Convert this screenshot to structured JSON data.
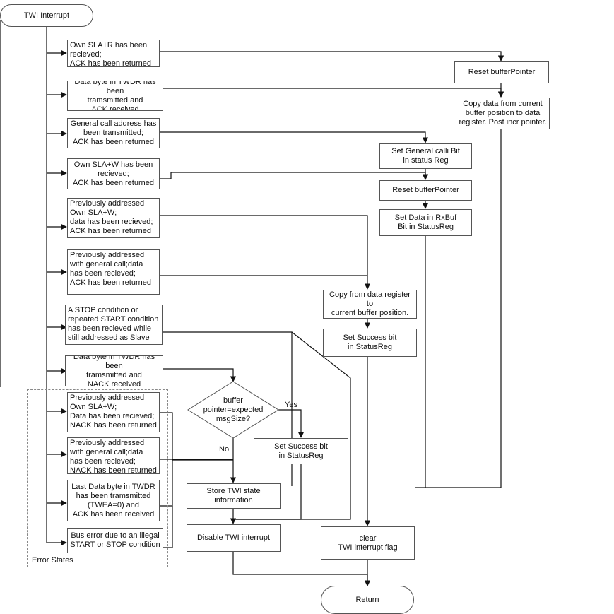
{
  "start": "TWI Interrupt",
  "end": "Return",
  "cases": [
    "Own SLA+R has been\nrecieved;\nACK has been returned",
    "Data byte in TWDR has been\ntramsmitted and\nACK received",
    "General call address has\nbeen transmitted;\nACK has been returned",
    "Own SLA+W has been\nrecieved;\nACK has been returned",
    "Previously addressed\nOwn SLA+W;\ndata has been recieved;\nACK has been returned",
    "Previously addressed\nwith general call;data\nhas been recieved;\nACK has been returned",
    "A STOP condition or\nrepeated START condition\nhas been recieved while\nstill addressed as Slave",
    "Data byte in TWDR has been\ntramsmitted and\nNACK received",
    "Previously addressed\nOwn SLA+W;\nData has been recieved;\nNACK has been returned",
    "Previously addressed\nwith general call;data\nhas been recieved;\nNACK has been returned",
    "Last Data byte in TWDR\nhas been tramsmitted\n(TWEA=0) and\nACK has been received",
    "Bus error due to an illegal\nSTART or STOP condition"
  ],
  "actions": {
    "reset_buffer_pointer_1": "Reset bufferPointer",
    "copy_to_data_register": "Copy data from current\nbuffer position to data\nregister. Post incr pointer.",
    "set_general_call_bit": "Set General calli Bit\nin status Reg",
    "reset_buffer_pointer_2": "Reset bufferPointer",
    "set_data_in_rxbuf": "Set Data in RxBuf\nBit in StatusReg",
    "copy_from_data_register": "Copy from data register to\ncurrent buffer position.",
    "set_success_bit_1": "Set Success bit\nin StatusReg",
    "decision": "buffer\npointer=expected\nmsgSize?",
    "decision_yes": "Yes",
    "decision_no": "No",
    "set_success_bit_2": "Set Success bit\nin StatusReg",
    "store_state": "Store TWI state information",
    "disable_interrupt": "Disable TWI interrupt",
    "clear_flag": "clear\nTWI interrupt flag"
  },
  "error_states_label": "Error States"
}
